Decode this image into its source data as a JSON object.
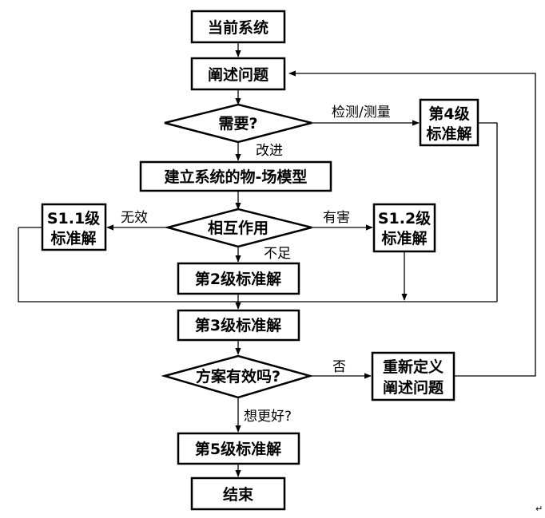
{
  "nodes": {
    "current_system": "当前系统",
    "state_problem": "阐述问题",
    "need": "需要?",
    "level4_l1": "第4级",
    "level4_l2": "标准解",
    "build_model": "建立系统的物-场模型",
    "interaction": "相互作用",
    "s11_l1": "S1.1级",
    "s11_l2": "标准解",
    "s12_l1": "S1.2级",
    "s12_l2": "标准解",
    "level2": "第2级标准解",
    "level3": "第3级标准解",
    "effective": "方案有效吗?",
    "redefine_l1": "重新定义",
    "redefine_l2": "阐述问题",
    "level5": "第5级标准解",
    "end": "结束"
  },
  "edges": {
    "detect_measure": "检测/测量",
    "improve": "改进",
    "ineffective": "无效",
    "harmful": "有害",
    "insufficient": "不足",
    "no": "否",
    "better": "想更好?"
  },
  "mark": "↵"
}
